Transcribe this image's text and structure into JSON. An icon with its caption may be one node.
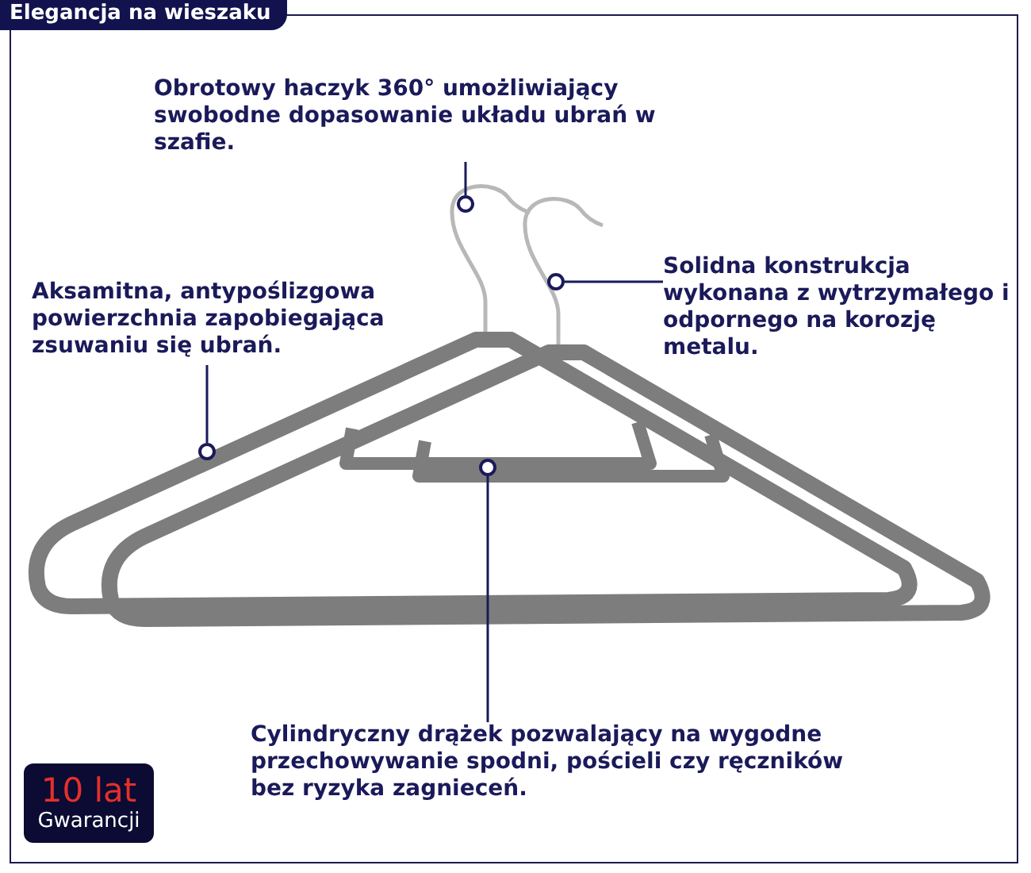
{
  "diagram": {
    "title": "Elegancja na wieszaku",
    "nodes": [
      {
        "text": [
          "Obrotowy haczyk 360° umożliwiający swobodne dopasowanie układu ubrań w szafie."
        ]
      },
      {
        "text": [
          "Solidna konstrukcja wykonana z wytrzymałego i odpornego na korozję metalu."
        ]
      },
      {
        "text": [
          "Aksamitna, antypoślizgowa powierzchnia zapobiegająca zsuwaniu się ubrań."
        ]
      },
      {
        "text": [
          "Cylindryczny drążek pozwalający na wygodne przechowywanie spodni, pościeli czy ręczników bez ryzyka zagnieceń."
        ]
      },
      {
        "text": [],
        "shape": "circle"
      },
      {
        "text": [],
        "shape": "circle"
      },
      {
        "text": [],
        "shape": "circle"
      },
      {
        "text": [],
        "shape": "circle"
      },
      {
        "text": [
          "10 lat",
          "Gwarancji"
        ]
      }
    ],
    "edges": [
      {
        "from": 0,
        "to": 4,
        "arrow": "none"
      },
      {
        "from": 1,
        "to": 5,
        "arrow": "none"
      },
      {
        "from": 2,
        "to": 6,
        "arrow": "none"
      },
      {
        "from": 3,
        "to": 7,
        "arrow": "none"
      }
    ]
  }
}
